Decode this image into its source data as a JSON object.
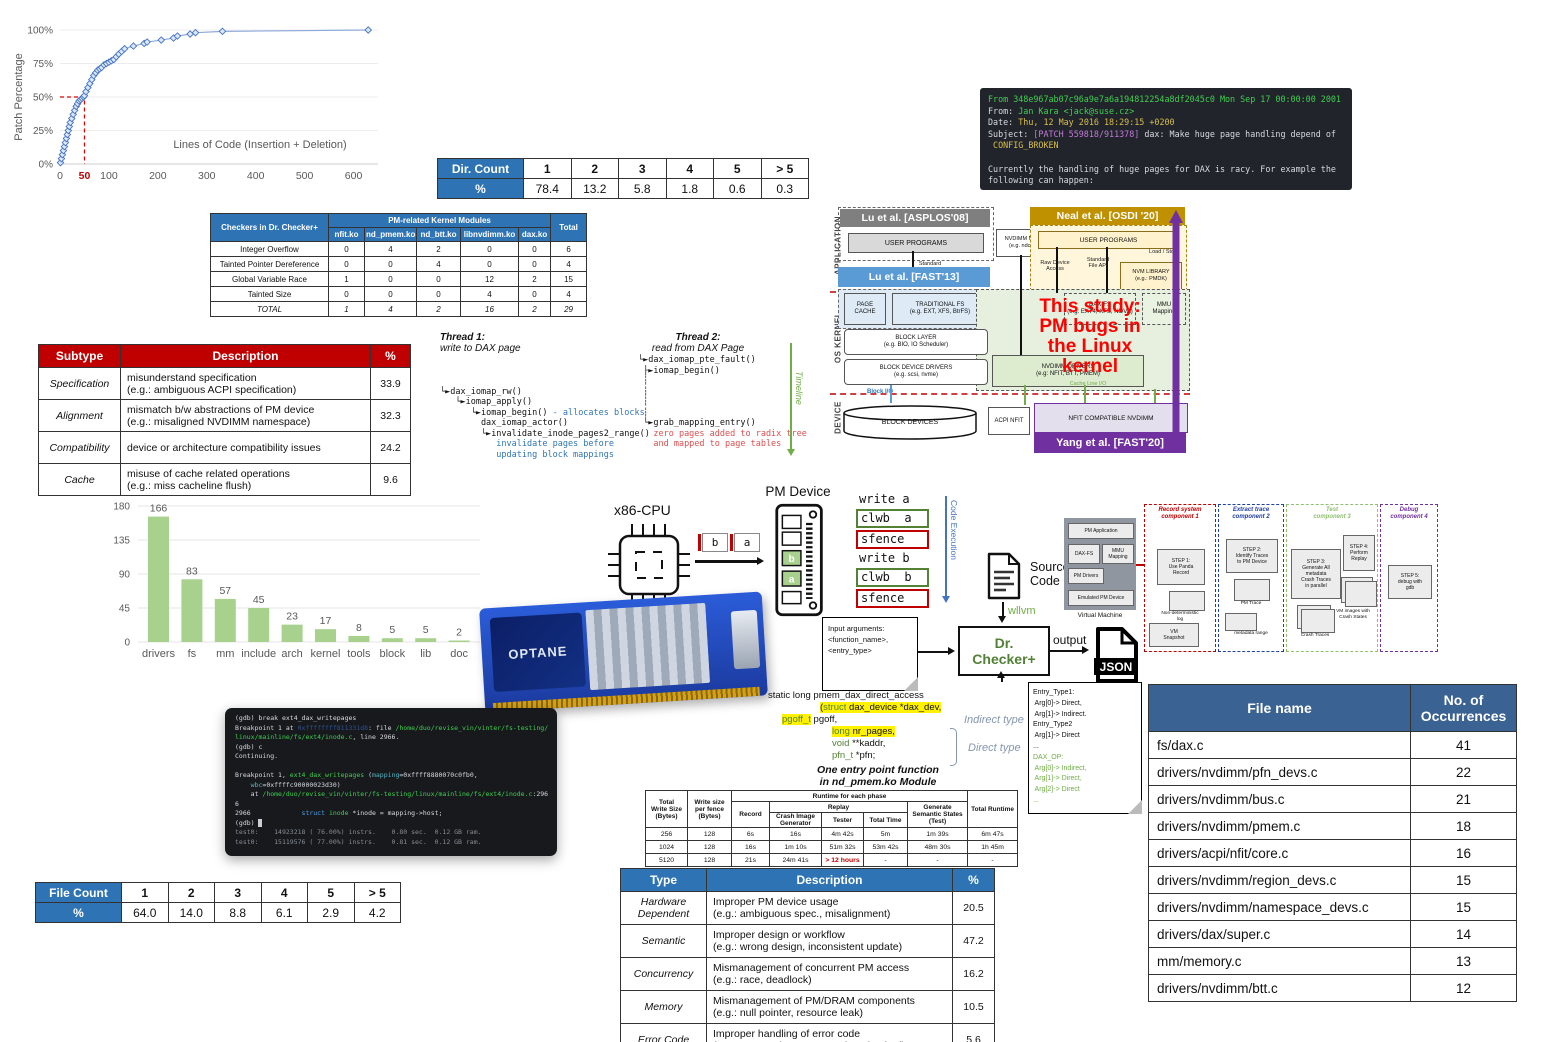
{
  "chart_data": [
    {
      "type": "line",
      "title": "",
      "xlabel": "Lines of Code (Insertion + Deletion)",
      "ylabel": "Patch Percentage",
      "xlim": [
        0,
        650
      ],
      "ylim": [
        0,
        100
      ],
      "xticks": [
        0,
        50,
        100,
        200,
        300,
        400,
        500,
        600
      ],
      "highlight_x": 50,
      "ytick_vals": [
        0,
        25,
        50,
        75,
        100
      ],
      "ytick_labels": [
        "0%",
        "25%",
        "50%",
        "75%",
        "100%"
      ],
      "guide": {
        "x": 50,
        "y": 50
      },
      "x": [
        1,
        3,
        5,
        7,
        9,
        11,
        13,
        15,
        17,
        19,
        21,
        24,
        27,
        30,
        33,
        36,
        39,
        42,
        45,
        48,
        50,
        53,
        57,
        61,
        65,
        69,
        73,
        77,
        81,
        85,
        90,
        95,
        100,
        105,
        110,
        115,
        120,
        126,
        132,
        150,
        172,
        178,
        207,
        232,
        240,
        266,
        277,
        332,
        630
      ],
      "y": [
        1,
        4,
        7,
        10,
        13,
        16,
        19,
        22,
        25,
        28,
        31,
        34,
        37,
        40,
        43,
        45,
        47,
        48,
        49,
        50,
        51,
        54,
        57,
        60,
        63,
        66,
        68,
        70,
        71,
        72,
        74,
        75,
        76,
        77,
        78,
        80,
        82,
        84,
        86,
        88,
        90,
        91,
        92.5,
        94,
        95.5,
        97,
        98,
        99,
        100
      ]
    },
    {
      "type": "bar",
      "title": "",
      "xlabel": "",
      "ylabel": "",
      "categories": [
        "drivers",
        "fs",
        "mm",
        "include",
        "arch",
        "kernel",
        "tools",
        "block",
        "lib",
        "doc"
      ],
      "values": [
        166,
        83,
        57,
        45,
        23,
        17,
        8,
        5,
        5,
        2
      ],
      "yticks": [
        0,
        45,
        90,
        135,
        180
      ],
      "ylim": [
        0,
        180
      ],
      "color": "#A9D18E"
    }
  ],
  "tables": {
    "dir_count": {
      "rows": [
        [
          "Dir. Count",
          "1",
          "2",
          "3",
          "4",
          "5",
          "> 5"
        ],
        [
          "%",
          "78.4",
          "13.2",
          "5.8",
          "1.8",
          "0.6",
          "0.3"
        ]
      ]
    },
    "file_count": {
      "rows": [
        [
          "File Count",
          "1",
          "2",
          "3",
          "4",
          "5",
          "> 5"
        ],
        [
          "%",
          "64.0",
          "14.0",
          "8.8",
          "6.1",
          "2.9",
          "4.2"
        ]
      ]
    },
    "pm_modules": {
      "corner": "Checkers in Dr. Checker+",
      "title": "PM-related Kernel Modules",
      "total": "Total",
      "modules": [
        "nfit.ko",
        "nd_pmem.ko",
        "nd_btt.ko",
        "libnvdimm.ko",
        "dax.ko"
      ],
      "rows": [
        [
          "Integer Overflow",
          "0",
          "4",
          "2",
          "0",
          "0",
          "6"
        ],
        [
          "Tainted Pointer Dereference",
          "0",
          "0",
          "4",
          "0",
          "0",
          "4"
        ],
        [
          "Global Variable Race",
          "1",
          "0",
          "0",
          "12",
          "2",
          "15"
        ],
        [
          "Tainted Size",
          "0",
          "0",
          "0",
          "4",
          "0",
          "4"
        ],
        [
          "TOTAL",
          "1",
          "4",
          "2",
          "16",
          "2",
          "29"
        ]
      ]
    },
    "subtype": {
      "headers": [
        "Subtype",
        "Description",
        "%"
      ],
      "rows": [
        [
          "Specification",
          "misunderstand specification\n(e.g.: ambiguous ACPI specification)",
          "33.9"
        ],
        [
          "Alignment",
          "mismatch b/w abstractions of PM device\n(e.g.: misaligned NVDIMM namespace)",
          "32.3"
        ],
        [
          "Compatibility",
          "device or architecture compatibility issues",
          "24.2"
        ],
        [
          "Cache",
          "misuse of cache related operations\n(e.g.: miss cacheline flush)",
          "9.6"
        ]
      ]
    },
    "type": {
      "headers": [
        "Type",
        "Description",
        "%"
      ],
      "rows": [
        [
          "Hardware\nDependent",
          "Improper PM device usage\n(e.g.: ambiguous spec., misalignment)",
          "20.5"
        ],
        [
          "Semantic",
          "Improper design or workflow\n(e.g.: wrong design, inconsistent update)",
          "47.2"
        ],
        [
          "Concurrency",
          "Mismanagement of concurrent PM access\n(e.g.: race, deadlock)",
          "16.2"
        ],
        [
          "Memory",
          "Mismanagement of PM/DRAM components\n(e.g.: null pointer, resource leak)",
          "10.5"
        ],
        [
          "Error Code",
          "Improper handling of error code\n(e.g.: error code not returned or checked)",
          "5.6"
        ]
      ]
    },
    "files": {
      "headers": [
        "File name",
        "No. of\nOccurrences"
      ],
      "rows": [
        [
          "fs/dax.c",
          "41"
        ],
        [
          "drivers/nvdimm/pfn_devs.c",
          "22"
        ],
        [
          "drivers/nvdimm/bus.c",
          "21"
        ],
        [
          "drivers/nvdimm/pmem.c",
          "18"
        ],
        [
          "drivers/acpi/nfit/core.c",
          "16"
        ],
        [
          "drivers/nvdimm/region_devs.c",
          "15"
        ],
        [
          "drivers/nvdimm/namespace_devs.c",
          "15"
        ],
        [
          "drivers/dax/super.c",
          "14"
        ],
        [
          "mm/memory.c",
          "13"
        ],
        [
          "drivers/nvdimm/btt.c",
          "12"
        ]
      ]
    },
    "runtime": {
      "h_total": "Total\nWrite Size\n(Bytes)",
      "h_fence": "Write size\nper fence\n(Bytes)",
      "phase": "Runtime for each phase",
      "replay": "Replay",
      "h_record": "Record",
      "h_cig": "Crash Image\nGenerator",
      "h_tester": "Tester",
      "h_time": "Total Time",
      "h_gen": "Generate\nSemantic States\n(Test)",
      "h_runtime": "Total Runtime",
      "rows": [
        {
          "cells": [
            "256",
            "128",
            "6s",
            "16s",
            "4m 42s",
            "5m",
            "1m 39s",
            "6m 47s"
          ]
        },
        {
          "cells": [
            "1024",
            "128",
            "16s",
            "1m 10s",
            "51m 32s",
            "53m 42s",
            "48m 30s",
            "1h 45m"
          ]
        },
        {
          "cells": [
            "5120",
            "128",
            "21s",
            "24m 41s",
            "> 12 hours",
            "-",
            "-",
            "-"
          ],
          "cls": {
            "4": "red"
          }
        }
      ]
    }
  },
  "email": {
    "lines": [
      [
        {
          "t": "From 348e967ab07c96a9e7a6a194812254a8df2045c0 Mon Sep 17 00:00:00 2001",
          "c": "g"
        }
      ],
      [
        {
          "t": "From: ",
          "c": "w"
        },
        {
          "t": "Jan Kara <jack@suse.cz>",
          "c": "g"
        }
      ],
      [
        {
          "t": "Date: ",
          "c": "w"
        },
        {
          "t": "Thu, 12 May 2016 18:29:15 +0200",
          "c": "y"
        }
      ],
      [
        {
          "t": "Subject: ",
          "c": "w"
        },
        {
          "t": "[PATCH 559818/911378]",
          "c": "m"
        },
        {
          "t": " dax: Make huge page handling depend of",
          "c": "w"
        }
      ],
      [
        {
          "t": " CONFIG_BROKEN",
          "c": "y"
        }
      ],
      [],
      [
        {
          "t": "Currently the handling of huge pages for DAX is racy. For example the",
          "c": "w"
        }
      ],
      [
        {
          "t": "following can happen:",
          "c": "w"
        }
      ]
    ]
  },
  "thread": {
    "t1_title": "Thread 1:",
    "t1_sub": "write to DAX page",
    "t2_title": "Thread 2:",
    "t2_sub": "read from DAX Page",
    "timeline": "Timeline",
    "t1_lines": [
      [],
      [],
      [],
      [
        {
          "t": "└►",
          "c": "k"
        },
        {
          "t": "dax_iomap_rw()",
          "c": "k"
        }
      ],
      [
        {
          "t": "   └►",
          "c": "k"
        },
        {
          "t": "iomap_apply()",
          "c": "k"
        }
      ],
      [
        {
          "t": "      └►",
          "c": "k"
        },
        {
          "t": "iomap_begin()",
          "c": "k"
        },
        {
          "t": " - allocates blocks",
          "c": "bl"
        }
      ],
      [
        {
          "t": "        dax_iomap_actor()",
          "c": "k"
        }
      ],
      [
        {
          "t": "        └►",
          "c": "k"
        },
        {
          "t": "invalidate_inode_pages2_range()",
          "c": "k"
        }
      ],
      [
        {
          "t": "           ",
          "c": "k"
        },
        {
          "t": "invalidate pages before",
          "c": "bl"
        }
      ],
      [
        {
          "t": "           ",
          "c": "k"
        },
        {
          "t": "updating block mappings",
          "c": "bl"
        }
      ]
    ],
    "t2_lines": [
      [
        {
          "t": "└►",
          "c": "k"
        },
        {
          "t": "dax_iomap_pte_fault()",
          "c": "k"
        }
      ],
      [
        {
          "t": " ├►",
          "c": "k"
        },
        {
          "t": "iomap_begin()",
          "c": "k"
        }
      ],
      [
        {
          "t": " ┆",
          "c": "k"
        }
      ],
      [
        {
          "t": " ┆",
          "c": "k"
        }
      ],
      [
        {
          "t": " ┆",
          "c": "k"
        }
      ],
      [
        {
          "t": " ┆",
          "c": "k"
        }
      ],
      [
        {
          "t": " └►",
          "c": "k"
        },
        {
          "t": "grab_mapping_entry()",
          "c": "k"
        }
      ],
      [
        {
          "t": "   ",
          "c": "k"
        },
        {
          "t": "zero pages added to radix tree",
          "c": "r"
        }
      ],
      [
        {
          "t": "   ",
          "c": "k"
        },
        {
          "t": "and mapped to page tables",
          "c": "r"
        }
      ]
    ]
  },
  "arch": {
    "app_label": "APPLICATION",
    "kernel_label": "OS KERNEL",
    "device_label": "DEVICE",
    "asplos": "Lu et al. [ASPLOS'08]",
    "user_programs": "USER PROGRAMS",
    "nvdimm_mgt": "NVDIMM Mgt.\n(e.g. ndctl)",
    "osdi": "Neal et al. [OSDI '20]",
    "user_programs2": "USER PROGRAMS",
    "std_api1": "Standard\nFile API",
    "std_api2": "Standard\nFile API",
    "raw_dev": "Raw Device\nAccess",
    "load_store": "Load / Store",
    "nvm_lib": "NVM LIBRARY\n(e.g.: PMDK)",
    "fast13": "Lu et al. [FAST'13]",
    "page_cache": "PAGE\nCACHE",
    "trad_fs": "TRADITIONAL FS\n(e.g. EXT, XFS, BtrFS)",
    "dax_fs": "DAX-FS\n(e.g: EXT4, XFS, NOVA)",
    "mmu": "MMU\nMapping",
    "study": "This study:\nPM bugs in\nthe Linux\nkernel",
    "block_layer": "BLOCK LAYER\n(e.g. BIO, IO Scheduler)",
    "block_dd": "BLOCK DEVICE DRIVERS\n(e.g. scsi, nvme)",
    "nvdimm_drivers": "NVDIMM DRIVERS\n(e.g: NFIT, BTT, PMEM)",
    "block_io": "Block I/O",
    "cache_io": "Cache Line I/O",
    "block_devices": "BLOCK DEVICES",
    "acpi": "ACPI NFIT",
    "nfit_nvdimm": "NFIT COMPATIBLE NVDIMM",
    "yang": "Yang et al. [FAST'20]"
  },
  "cpu": {
    "label": "x86-CPU",
    "pm_label": "PM Device",
    "bus_b": "b",
    "bus_a": "a",
    "cell_b": "b",
    "cell_a": "a",
    "exec": "Code Execution",
    "code": [
      {
        "t": "write a"
      },
      {
        "t": "clwb  a"
      },
      {
        "t": "sfence"
      },
      {
        "t": "write b"
      },
      {
        "t": "clwb  b"
      },
      {
        "t": "sfence"
      }
    ]
  },
  "optane": {
    "label": "OPTANE"
  },
  "flow": {
    "input_note": "Input arguments:\n<function_name>,\n<entry_type>",
    "source": "Source\nCode",
    "wllvm": "wllvm",
    "checker": "Dr.\nChecker+",
    "output": "output",
    "json": "JSON"
  },
  "code_snippet": {
    "lines": [
      {
        "p": 0,
        "seg": [
          {
            "t": "static long pmem_dax_direct_access",
            "c": "k"
          }
        ]
      },
      {
        "p": 52,
        "seg": [
          {
            "t": "(",
            "c": "hl"
          },
          {
            "t": "struct",
            "c": "hl kw"
          },
          {
            "t": " dax_device *dax_dev,",
            "c": "hl"
          }
        ]
      },
      {
        "p": 14,
        "seg": [
          {
            "t": "pgoff_t",
            "c": "hl kw"
          },
          {
            "t": " pgoff,",
            "c": "k"
          }
        ]
      },
      {
        "p": 64,
        "seg": [
          {
            "t": "long",
            "c": "hl kw"
          },
          {
            "t": " nr_pages,",
            "c": "hl"
          }
        ]
      },
      {
        "p": 64,
        "seg": [
          {
            "t": "void",
            "c": "kw"
          },
          {
            "t": " **kaddr,",
            "c": "k"
          }
        ]
      },
      {
        "p": 64,
        "seg": [
          {
            "t": "pfn_t",
            "c": "kw"
          },
          {
            "t": " *pfn;",
            "c": "k"
          }
        ]
      }
    ],
    "indirect": "Indirect type",
    "direct": "Direct type",
    "caption": "One entry point function\nin nd_pmem.ko Module"
  },
  "entry_note": {
    "lines": [
      [
        {
          "t": "Entry_Type1:",
          "c": "k"
        }
      ],
      [
        {
          "t": " Arg[0]-> Direct,",
          "c": "k"
        }
      ],
      [
        {
          "t": " Arg[1]-> Indirect.",
          "c": "k"
        }
      ],
      [
        {
          "t": "Entry_Type2",
          "c": "k"
        }
      ],
      [
        {
          "t": " Arg[1]-> Direct",
          "c": "k"
        }
      ],
      [
        {
          "t": "...",
          "c": "k"
        }
      ],
      [
        {
          "t": "DAX_OP:",
          "c": "g2"
        }
      ],
      [
        {
          "t": " Arg[0]-> Indirect,",
          "c": "g2"
        }
      ],
      [
        {
          "t": " Arg[1]-> Direct,",
          "c": "g2"
        }
      ],
      [
        {
          "t": " Arg[2]-> Direct",
          "c": "g2"
        }
      ],
      [
        {
          "t": "...",
          "c": "g2"
        }
      ]
    ]
  },
  "gdb": {
    "lines": [
      [
        {
          "t": "(gdb) break ext4_dax_writepages",
          "c": "w"
        }
      ],
      [
        {
          "t": "Breakpoint 1 at ",
          "c": "w"
        },
        {
          "t": "0xffffffff811331d8",
          "c": "a"
        },
        {
          "t": ": file ",
          "c": "w"
        },
        {
          "t": "/home/duo/revise_vin/vinter/fs-testing/",
          "c": "g"
        }
      ],
      [
        {
          "t": "linux/mainline/fs/ext4/inode.c",
          "c": "g"
        },
        {
          "t": ", line 2966.",
          "c": "w"
        }
      ],
      [
        {
          "t": "(gdb) c",
          "c": "w"
        }
      ],
      [
        {
          "t": "Continuing.",
          "c": "w"
        }
      ],
      [],
      [
        {
          "t": "Breakpoint 1, ",
          "c": "w"
        },
        {
          "t": "ext4_dax_writepages",
          "c": "g"
        },
        {
          "t": " (",
          "c": "w"
        },
        {
          "t": "mapping",
          "c": "c"
        },
        {
          "t": "=0xffff8880070c0fb0,",
          "c": "w"
        }
      ],
      [
        {
          "t": "    ",
          "c": "w"
        },
        {
          "t": "wbc",
          "c": "c"
        },
        {
          "t": "=0xffffc90000023d30)",
          "c": "w"
        }
      ],
      [
        {
          "t": "    at ",
          "c": "w"
        },
        {
          "t": "/home/duo/revise_vin/vinter/fs-testing/linux/mainline/fs/ext4/inode.c",
          "c": "g"
        },
        {
          "t": ":296",
          "c": "w"
        }
      ],
      [
        {
          "t": "6",
          "c": "w"
        }
      ],
      [
        {
          "t": "2966             ",
          "c": "w"
        },
        {
          "t": "struct",
          "c": "b"
        },
        {
          "t": " ",
          "c": "w"
        },
        {
          "t": "inode",
          "c": "g"
        },
        {
          "t": " *inode = mapping->host;",
          "c": "w"
        }
      ],
      [
        {
          "t": "(gdb) ",
          "c": "w"
        },
        {
          "t": " ",
          "c": "cur"
        }
      ],
      [
        {
          "t": "test0:    14923218 ( 76.00%) instrs.    0.80 sec.  0.12 GB ram.",
          "c": "d"
        }
      ],
      [
        {
          "t": "test0:    15119576 ( 77.00%) instrs.    0.81 sec.  0.12 GB ram.",
          "c": "d"
        }
      ]
    ]
  },
  "vinter": {
    "vm": {
      "app": "PM Application",
      "daxfs": "DAX-FS",
      "mmu": "MMU\nMapping",
      "drv": "PM Drivers",
      "emu": "Emulated PM Device",
      "caption": "Virtual Machine"
    },
    "c1": {
      "title": "Record system\ncomponent 1",
      "step": "STEP 1:\nUse Panda\nRecord",
      "log": "Non-deterministic\nlog",
      "snap": "VM\nSnapshot"
    },
    "c2": {
      "title": "Extract trace\ncomponent 2",
      "step": "STEP 2:\nIdentify Traces\nto PM Device",
      "trace": "PM Trace",
      "meta": "metadata range"
    },
    "c3": {
      "title": "Test\ncomponent 3",
      "step3": "STEP 3:\nGenerate All\nmetadata\nCrash Traces\nin parallel",
      "crash": "Crash Traces",
      "step4": "STEP 4:\nPerform\nReplay",
      "vmimg": "VM images with\nCrash States"
    },
    "c4": {
      "title": "Debug\ncomponent 4",
      "step": "STEP 5:\ndebug with\ngdb"
    }
  }
}
